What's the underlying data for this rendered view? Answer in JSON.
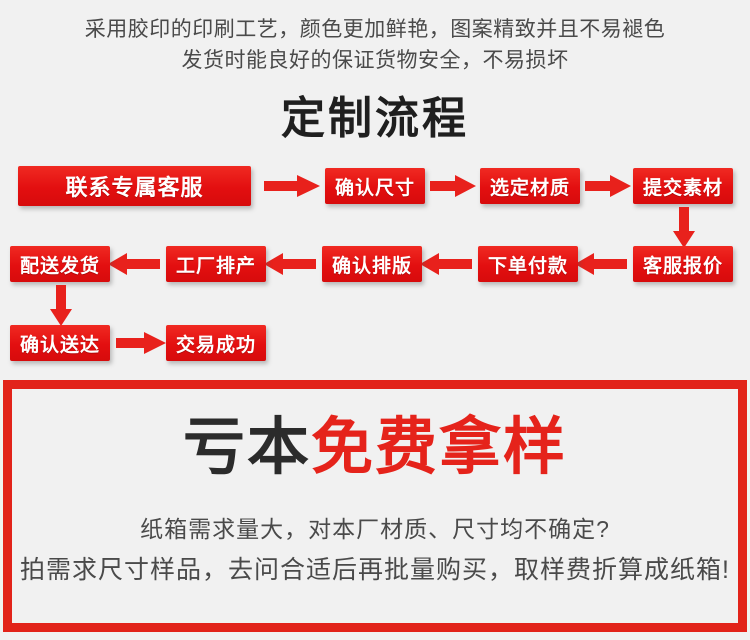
{
  "intro": {
    "lines": [
      "采用胶印的印刷工艺，颜色更加鲜艳，图案精致并且不易褪色",
      "发货时能良好的保证货物安全，不易损坏"
    ]
  },
  "section": {
    "title": "定制流程"
  },
  "flow": {
    "accent_color": "#EC1B17",
    "text_color": "#FFFFFF",
    "row1": [
      {
        "label": "联系专属客服"
      },
      {
        "label": "确认尺寸"
      },
      {
        "label": "选定材质"
      },
      {
        "label": "提交素材"
      }
    ],
    "row2": [
      {
        "label": "配送发货"
      },
      {
        "label": "工厂排产"
      },
      {
        "label": "确认排版"
      },
      {
        "label": "下单付款"
      },
      {
        "label": "客服报价"
      }
    ],
    "row3": [
      {
        "label": "确认送达"
      },
      {
        "label": "交易成功"
      }
    ],
    "connectors": {
      "right_down": "arrow-down",
      "left_down": "arrow-down",
      "row1_direction": "right",
      "row2_direction": "left",
      "row3_direction": "right"
    }
  },
  "promo": {
    "border_color": "#E2231A",
    "headline_dark": "亏本",
    "headline_red": "免费拿样",
    "headline_dark_color": "#2B2B2B",
    "headline_red_color": "#E5231B",
    "sub_line1": "纸箱需求量大，对本厂材质、尺寸均不确定?",
    "sub_line2": "拍需求尺寸样品，去问合适后再批量购买，取样费折算成纸箱!"
  }
}
